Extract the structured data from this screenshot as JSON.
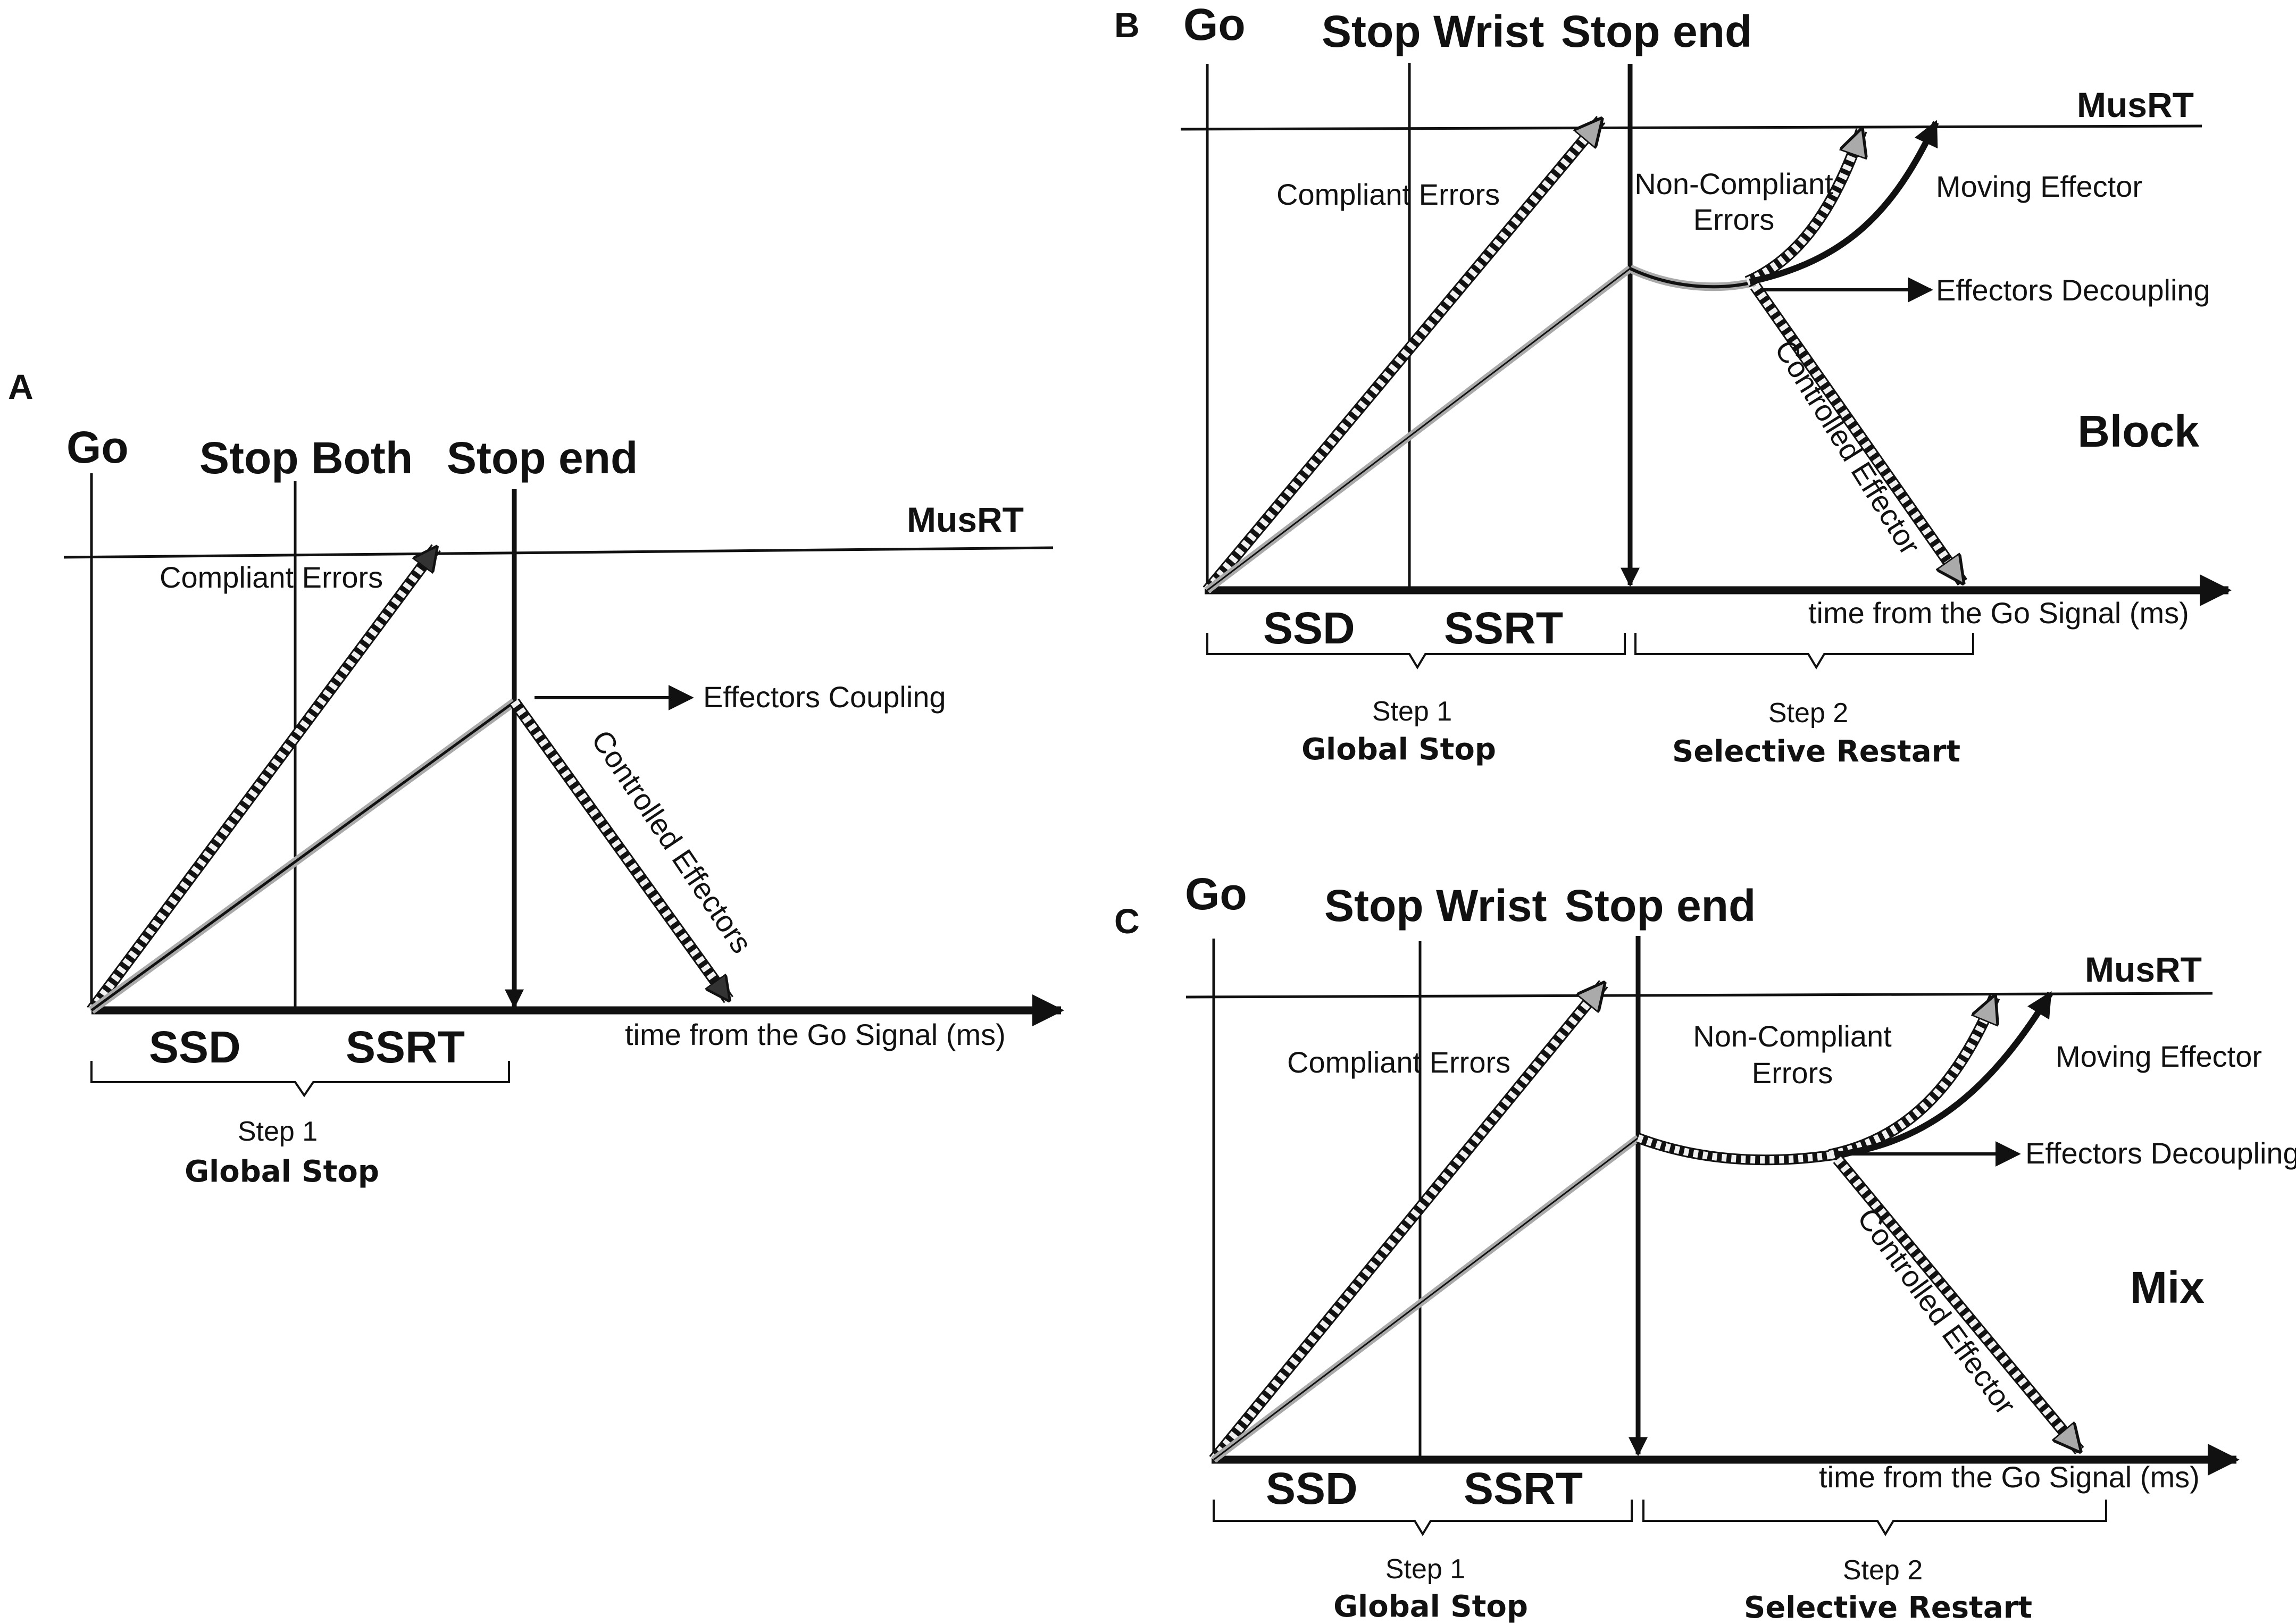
{
  "panel_a": {
    "letter": "A",
    "go": "Go",
    "stop_signal": "Stop Both",
    "stop_end": "Stop end",
    "musrt": "MusRT",
    "compliant_errors": "Compliant Errors",
    "effectors_coupling": "Effectors Coupling",
    "controlled_effectors": "Controlled Effectors",
    "ssd": "SSD",
    "ssrt": "SSRT",
    "time_axis": "time from the Go Signal (ms)",
    "step1_num": "Step 1",
    "step1_name": "Global Stop"
  },
  "panel_b": {
    "letter": "B",
    "go": "Go",
    "stop_signal": "Stop Wrist",
    "stop_end": "Stop end",
    "musrt": "MusRT",
    "compliant_errors": "Compliant Errors",
    "non_compliant_1": "Non-Compliant",
    "non_compliant_2": "Errors",
    "moving_effector": "Moving Effector",
    "effectors_decoupling": "Effectors Decoupling",
    "controlled_effector": "Controlled Effector",
    "condition": "Block",
    "ssd": "SSD",
    "ssrt": "SSRT",
    "time_axis": "time from the Go Signal (ms)",
    "step1_num": "Step 1",
    "step1_name": "Global Stop",
    "step2_num": "Step 2",
    "step2_name": "Selective Restart"
  },
  "panel_c": {
    "letter": "C",
    "go": "Go",
    "stop_signal": "Stop Wrist",
    "stop_end": "Stop end",
    "musrt": "MusRT",
    "compliant_errors": "Compliant Errors",
    "non_compliant_1": "Non-Compliant",
    "non_compliant_2": "Errors",
    "moving_effector": "Moving Effector",
    "effectors_decoupling": "Effectors Decoupling",
    "controlled_effector": "Controlled Effector",
    "condition": "Mix",
    "ssd": "SSD",
    "ssrt": "SSRT",
    "time_axis": "time from the Go Signal (ms)",
    "step1_num": "Step 1",
    "step1_name": "Global Stop",
    "step2_num": "Step 2",
    "step2_name": "Selective Restart"
  },
  "colors": {
    "ink": "#111111",
    "gray": "#aaaaaa",
    "light": "#f0f0f0"
  }
}
